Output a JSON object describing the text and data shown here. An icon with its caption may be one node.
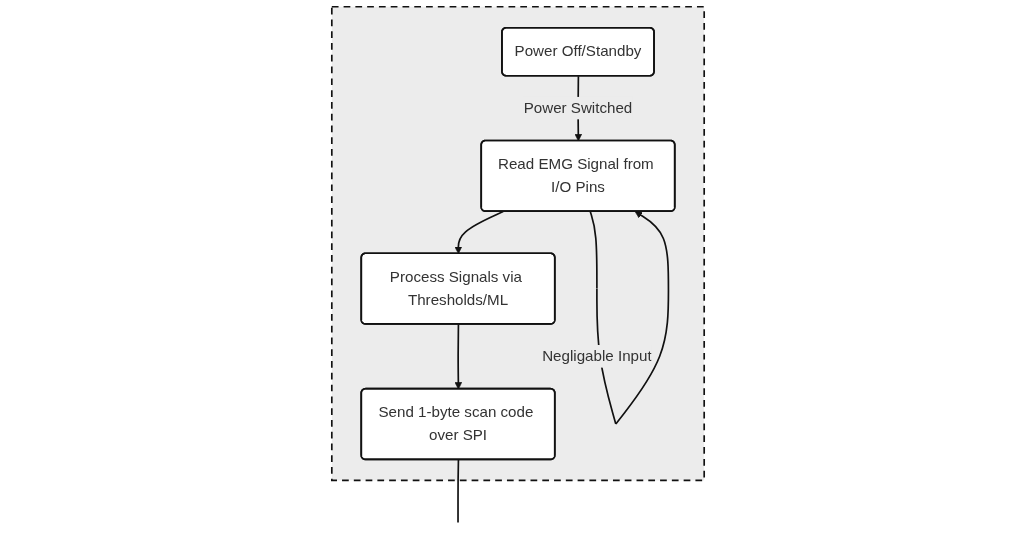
{
  "diagram": {
    "nodes": [
      {
        "text": [],
        "shape": "box"
      },
      {
        "text": [
          "Power Off/Standby"
        ],
        "in": 0
      },
      {
        "text": [
          "Send 1-byte scan code over SPI"
        ],
        "in": 0
      },
      {
        "text": [
          "Read EMG Signal from I/O Pins"
        ],
        "in": 0
      },
      {
        "text": [
          "Process Signals via Thresholds/ML"
        ],
        "in": 0
      }
    ],
    "edges": [
      {
        "from": 1,
        "to": 3,
        "arrow": "to",
        "label": "Power Switched"
      },
      {
        "from": 3,
        "to": 3,
        "arrow": "to",
        "label": "Negligable Input"
      },
      {
        "from": 3,
        "to": 4,
        "arrow": "to"
      },
      {
        "from": 4,
        "to": 2,
        "arrow": "to"
      },
      {
        "from": 2,
        "to": null,
        "arrow": "none"
      }
    ]
  }
}
